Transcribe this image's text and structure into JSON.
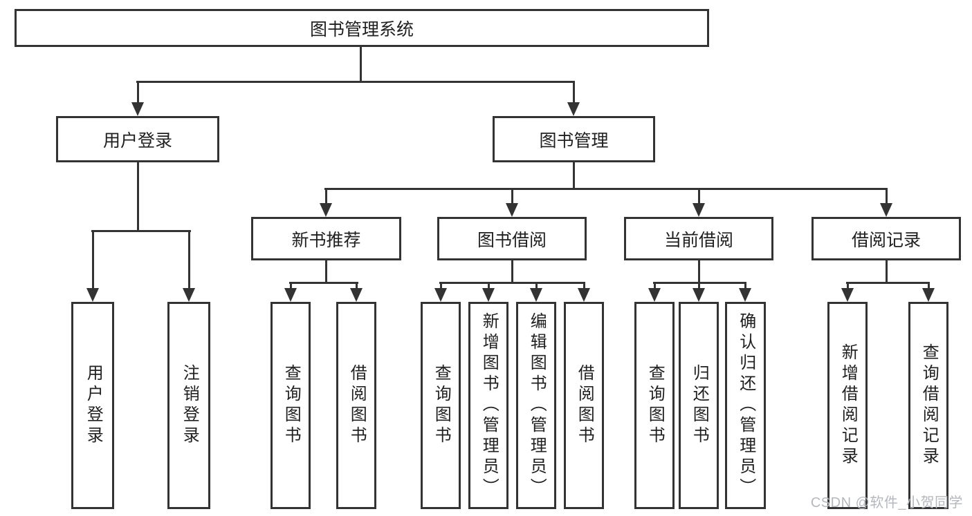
{
  "diagram": {
    "root": {
      "label": "图书管理系统"
    },
    "branches": [
      {
        "label": "用户登录",
        "children": [
          {
            "label": "用户登录"
          },
          {
            "label": "注销登录"
          }
        ]
      },
      {
        "label": "图书管理",
        "children": [
          {
            "label": "新书推荐",
            "children": [
              {
                "label": "查询图书"
              },
              {
                "label": "借阅图书"
              }
            ]
          },
          {
            "label": "图书借阅",
            "children": [
              {
                "label": "查询图书"
              },
              {
                "label": "新增图书（管理员）"
              },
              {
                "label": "编辑图书（管理员）"
              },
              {
                "label": "借阅图书"
              }
            ]
          },
          {
            "label": "当前借阅",
            "children": [
              {
                "label": "查询图书"
              },
              {
                "label": "归还图书"
              },
              {
                "label": "确认归还（管理员）"
              }
            ]
          },
          {
            "label": "借阅记录",
            "children": [
              {
                "label": "新增借阅记录"
              },
              {
                "label": "查询借阅记录"
              }
            ]
          }
        ]
      }
    ]
  },
  "watermark": {
    "text": "CSDN @软件_小贺同学"
  },
  "colors": {
    "line": "#333333",
    "text": "#1f1f1f",
    "background": "#ffffff",
    "watermark": "#b4b8be"
  }
}
